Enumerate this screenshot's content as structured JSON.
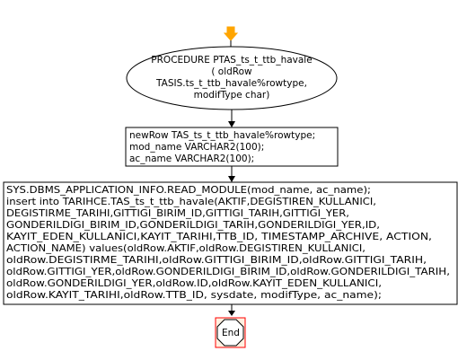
{
  "flowchart": {
    "colors": {
      "start_marker": "#ffa500",
      "stroke": "#000000",
      "end_border": "#ff0000",
      "end_fill": "#fff0e0"
    },
    "start_node": {
      "lines": [
        "PROCEDURE PTAS_ts_t_ttb_havale",
        "( oldRow",
        "TASIS.ts_t_ttb_havale%rowtype,",
        "modifType char)"
      ]
    },
    "declare_node": {
      "lines": [
        "newRow TAS_ts_t_ttb_havale%rowtype;",
        "mod_name VARCHAR2(100);",
        "ac_name VARCHAR2(100);"
      ]
    },
    "body_node": {
      "lines": [
        "SYS.DBMS_APPLICATION_INFO.READ_MODULE(mod_name, ac_name);",
        "insert into TARIHCE.TAS_ts_t_ttb_havale(AKTIF,DEGISTIREN_KULLANICI,",
        "DEGISTIRME_TARIHI,GITTIGI_BIRIM_ID,GITTIGI_TARIH,GITTIGI_YER,",
        "GONDERILDIGI_BIRIM_ID,GONDERILDIGI_TARIH,GONDERILDIGI_YER,ID,",
        "KAYIT_EDEN_KULLANICI,KAYIT_TARIHI,TTB_ID, TIMESTAMP_ARCHIVE, ACTION,",
        "ACTION_NAME) values(oldRow.AKTIF,oldRow.DEGISTIREN_KULLANICI,",
        "oldRow.DEGISTIRME_TARIHI,oldRow.GITTIGI_BIRIM_ID,oldRow.GITTIGI_TARIH,",
        "oldRow.GITTIGI_YER,oldRow.GONDERILDIGI_BIRIM_ID,oldRow.GONDERILDIGI_TARIH,",
        "oldRow.GONDERILDIGI_YER,oldRow.ID,oldRow.KAYIT_EDEN_KULLANICI,",
        "oldRow.KAYIT_TARIHI,oldRow.TTB_ID, sysdate, modifType, ac_name);"
      ]
    },
    "end_node": {
      "label": "End"
    }
  }
}
